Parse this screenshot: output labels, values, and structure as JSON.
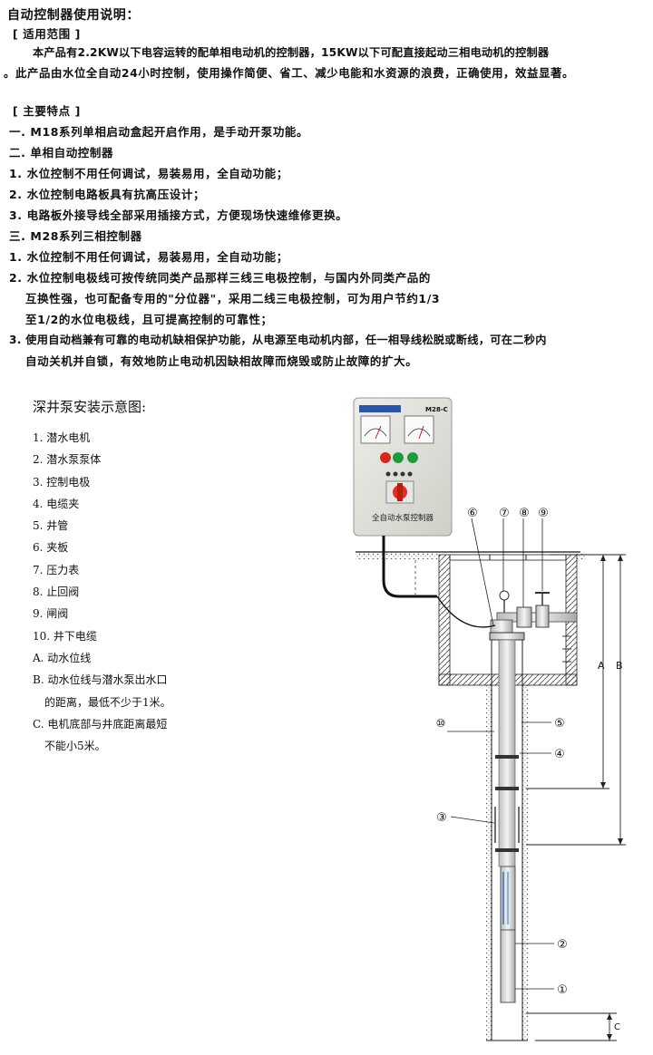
{
  "doc": {
    "title": "自动控制器使用说明：",
    "scope": {
      "tag": "[ 适用范围 ]",
      "p1": "本产品有2.2KW以下电容运转的配单相电动机的控制器，15KW以下可配直接起动三相电动机的控制器",
      "p2": "。此产品由水位全自动24小时控制，使用操作简便、省工、减少电能和水资源的浪费，正确使用，效益显著。"
    },
    "features": {
      "tag": "[ 主要特点 ]",
      "lines": [
        "一. M18系列单相启动盒起开启作用，是手动开泵功能。",
        "二. 单相自动控制器",
        "1. 水位控制不用任何调试，易装易用，全自动功能；",
        "2. 水位控制电路板具有抗高压设计；",
        "3. 电路板外接导线全部采用插接方式，方便现场快速维修更换。",
        "三. M28系列三相控制器",
        "1. 水位控制不用任何调试，易装易用，全自动功能；",
        "2. 水位控制电极线可按传统同类产品那样三线三电极控制，与国内外同类产品的",
        "互换性强，也可配备专用的\"分位器\"，采用二线三电极控制，可为用户节约1/3",
        "至1/2的水位电极线，且可提高控制的可靠性；",
        "3. 使用自动档兼有可靠的电动机缺相保护功能，从电源至电动机内部，任一相导线松脱或断线，可在二秒内",
        "自动关机并自锁，有效地防止电动机因缺相故障而烧毁或防止故障的扩大。"
      ]
    }
  },
  "legend": {
    "heading": "深井泵安装示意图:",
    "items": [
      "1. 潜水电机",
      "2. 潜水泵泵体",
      "3. 控制电极",
      "4. 电缆夹",
      "5. 井管",
      "6. 夹板",
      "7. 压力表",
      "8. 止回阀",
      "9. 闸阀",
      "10. 井下电缆",
      "A. 动水位线",
      "B. 动水位线与潜水泵出水口",
      "的距离，最低不少于1米。",
      "C. 电机底部与井底距离最短",
      "不能小5米。"
    ]
  },
  "diagram": {
    "panel_model": "M28-C",
    "panel_name": "全自动水泵控制器",
    "callouts": [
      "⑥",
      "⑦",
      "⑧",
      "⑨",
      "⑩",
      "⑤",
      "④",
      "③",
      "②",
      "①"
    ],
    "dim_a": "A",
    "dim_b": "B",
    "dim_c": "C"
  },
  "colors": {
    "text": "#111111",
    "panel_body": "#dcdcd6",
    "button_red": "#d8261b",
    "button_green": "#1f9a3a",
    "switch_red": "#e2301e"
  }
}
